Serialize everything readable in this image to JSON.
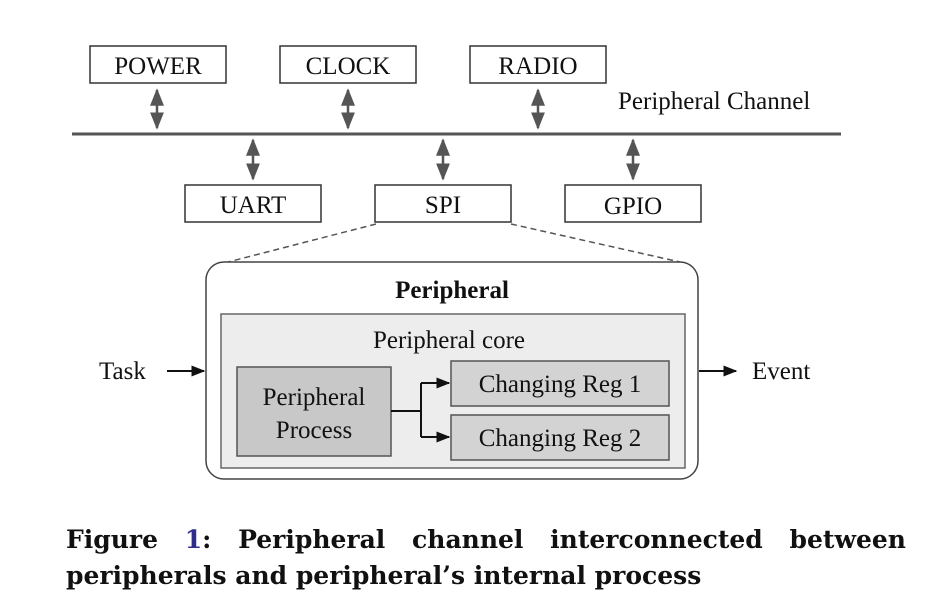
{
  "bus": {
    "label": "Peripheral Channel",
    "top_nodes": [
      "POWER",
      "CLOCK",
      "RADIO"
    ],
    "bottom_nodes": [
      "UART",
      "SPI",
      "GPIO"
    ]
  },
  "peripheral": {
    "title": "Peripheral",
    "core_label": "Peripheral core",
    "process_line1": "Peripheral",
    "process_line2": "Process",
    "reg1": "Changing Reg 1",
    "reg2": "Changing Reg 2",
    "input_label": "Task",
    "output_label": "Event"
  },
  "caption": {
    "prefix": "Figure ",
    "number": "1",
    "text": ": Peripheral channel interconnected between peripherals and peripheral’s internal process"
  },
  "colors": {
    "line": "#555555",
    "box_stroke": "#333333",
    "core_fill": "#ededed",
    "process_fill": "#c8c8c8",
    "reg_fill": "#d3d3d3"
  }
}
